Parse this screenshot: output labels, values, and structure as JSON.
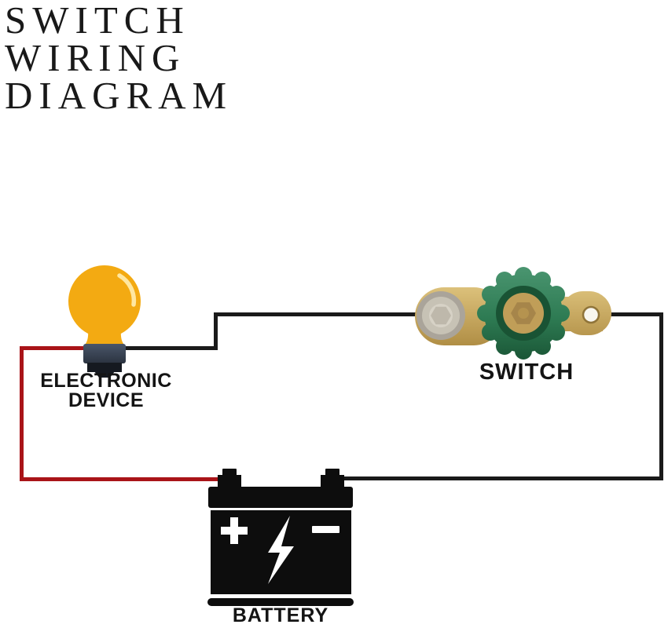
{
  "title": {
    "lines": [
      "SWITCH",
      "WIRING",
      "DIAGRAM"
    ]
  },
  "components": {
    "device": {
      "label_line1": "ELECTRONIC",
      "label_line2": "DEVICE"
    },
    "switch": {
      "label": "SWITCH"
    },
    "battery": {
      "label": "BATTERY",
      "plus_symbol": "+",
      "minus_symbol": "−"
    }
  },
  "icons": {
    "bulb": "light-bulb-icon",
    "switch": "rotary-disconnect-switch-icon",
    "battery": "car-battery-icon",
    "lightning": "lightning-bolt-icon",
    "plus": "plus-symbol",
    "minus": "minus-symbol"
  },
  "colors": {
    "wire_positive_red": "#a91418",
    "wire_negative_black": "#1a1a1a",
    "bulb_amber": "#f3aa12",
    "bulb_socket_dark": "#151920",
    "switch_green": "#2e7b53",
    "brass": "#c6a65b",
    "battery_black": "#0d0d0d",
    "label_text": "#141414"
  }
}
